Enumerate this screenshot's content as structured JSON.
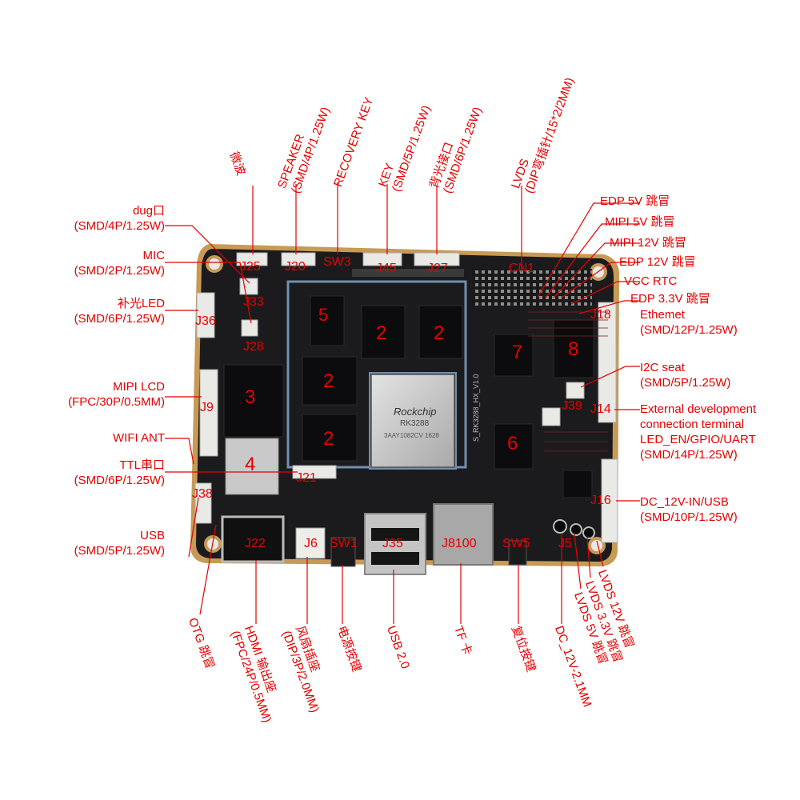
{
  "board": {
    "chip_brand": "Rockchip",
    "chip_model": "RK3288",
    "chip_code": "3AAY1082CV 1628",
    "silkscreen": "S_RK3288_HX_V1.0",
    "markers": [
      "5",
      "2",
      "2",
      "3",
      "2",
      "2",
      "4",
      "7",
      "8",
      "6"
    ],
    "connectors": {
      "j25": "J25",
      "j20": "J20",
      "sw3": "SW3",
      "j45": "J45",
      "j27": "J27",
      "cn1": "CN1",
      "j33": "J33",
      "j36": "J36",
      "j28": "J28",
      "j9": "J9",
      "j21": "J21",
      "j38": "J38",
      "j22": "J22",
      "j6": "J6",
      "sw1": "SW1",
      "j35": "J35",
      "j8100": "J8100",
      "sw5": "SW5",
      "j5": "J5",
      "j18": "J18",
      "j39": "J39",
      "j14": "J14",
      "j16": "J16"
    }
  },
  "labels": {
    "microwave": "微波",
    "speaker": [
      "SPEAKER",
      "(SMD/4P/1.25W)"
    ],
    "recovery_key": [
      "RECOVERY KEY"
    ],
    "key": [
      "KEY",
      "(SMD/5P/1.25W)"
    ],
    "backlight": [
      "背光接口",
      "(SMD/6P/1.25W)"
    ],
    "lvds": [
      "LVDS",
      "(DIP弯插针/15*2/2MM)"
    ],
    "debug": [
      "dug口",
      "(SMD/4P/1.25W)"
    ],
    "mic": [
      "MIC",
      "(SMD/2P/1.25W)"
    ],
    "fill_led": [
      "补光LED",
      "(SMD/6P/1.25W)"
    ],
    "mipi_lcd": [
      "MIPI LCD",
      "(FPC/30P/0.5MM)"
    ],
    "wifi_ant": "WIFI ANT",
    "ttl": [
      "TTL串口",
      "(SMD/6P/1.25W)"
    ],
    "usb_left": [
      "USB",
      "(SMD/5P/1.25W)"
    ],
    "edp5v": "EDP 5V 跳冒",
    "mipi5v": "MIPI 5V 跳冒",
    "mipi12v": "MIPI 12V 跳冒",
    "edp12v": "EDP 12V 跳冒",
    "vcc_rtc": "VCC RTC",
    "edp33v": "EDP 3.3V 跳冒",
    "ethernet": [
      "Ethemet",
      "(SMD/12P/1.25W)"
    ],
    "i2c": [
      "I2C seat",
      "(SMD/5P/1.25W)"
    ],
    "ext_dev": [
      "External development",
      "connection terminal",
      "LED_EN/GPIO/UART",
      "(SMD/14P/1.25W)"
    ],
    "dc_usb": [
      "DC_12V-IN/USB",
      "(SMD/10P/1.25W)"
    ],
    "otg": "OTG 跳冒",
    "hdmi": [
      "HDMI 输出座",
      "(FPC/24P/0.5MM)"
    ],
    "fan": [
      "风扇插座",
      "(DIP/3P/2.0MM)"
    ],
    "power_key": "电源按键",
    "usb20": "USB 2.0",
    "tf": "TF 卡",
    "reset": "复位按键",
    "dc_jack": "DC_12V-2.1MM",
    "lvds5v": "LVDS 5V 跳冒",
    "lvds33v": "LVDS 3.3V 跳冒",
    "lvds12v": "LVDS 12V 跳冒"
  },
  "colors": {
    "label": "#e60000",
    "pcb": "#1b1b1d",
    "frame": "#c79a55"
  }
}
